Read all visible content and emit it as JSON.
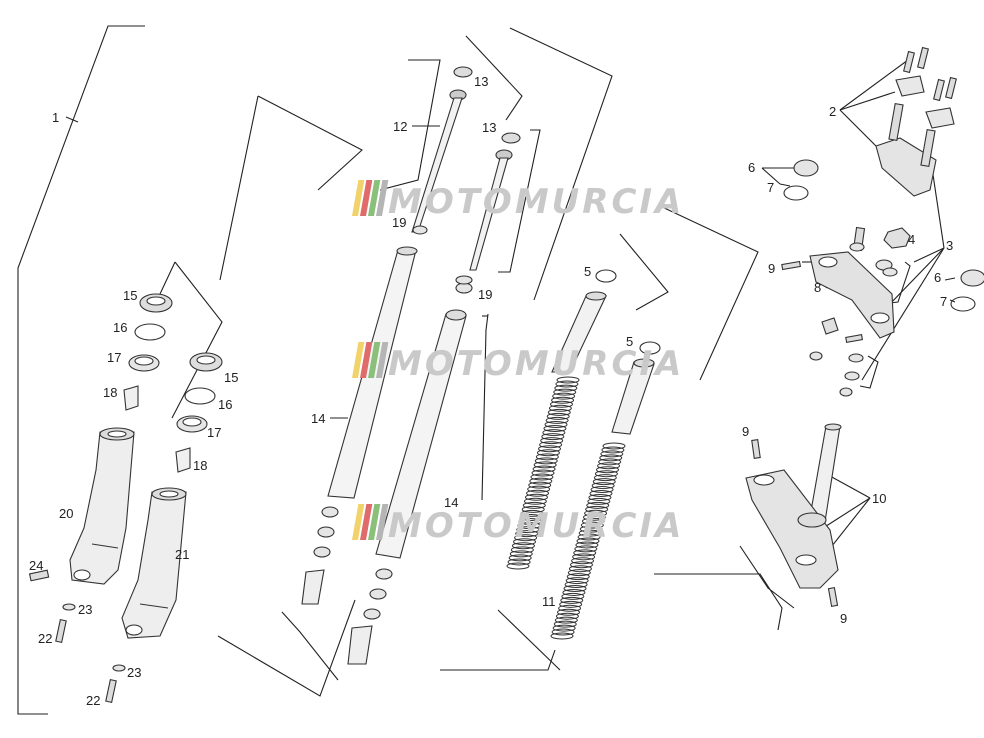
{
  "diagram": {
    "labels": {
      "l1": "1",
      "l2": "2",
      "l3": "3",
      "l4": "4",
      "l5a": "5",
      "l5b": "5",
      "l6a": "6",
      "l6b": "6",
      "l7a": "7",
      "l7b": "7",
      "l8": "8",
      "l9a": "9",
      "l9b": "9",
      "l9c": "9",
      "l10": "10",
      "l11": "11",
      "l12": "12",
      "l13a": "13",
      "l13b": "13",
      "l14a": "14",
      "l14b": "14",
      "l15a": "15",
      "l15b": "15",
      "l16a": "16",
      "l16b": "16",
      "l17a": "17",
      "l17b": "17",
      "l18a": "18",
      "l18b": "18",
      "l19a": "19",
      "l19b": "19",
      "l20": "20",
      "l21": "21",
      "l22a": "22",
      "l22b": "22",
      "l23a": "23",
      "l23b": "23",
      "l24": "24"
    }
  },
  "watermark": {
    "text": "MOTOMURCIA",
    "colors": [
      "#f2d36b",
      "#e06b6b",
      "#8ac07a",
      "#b5b5b5"
    ]
  }
}
